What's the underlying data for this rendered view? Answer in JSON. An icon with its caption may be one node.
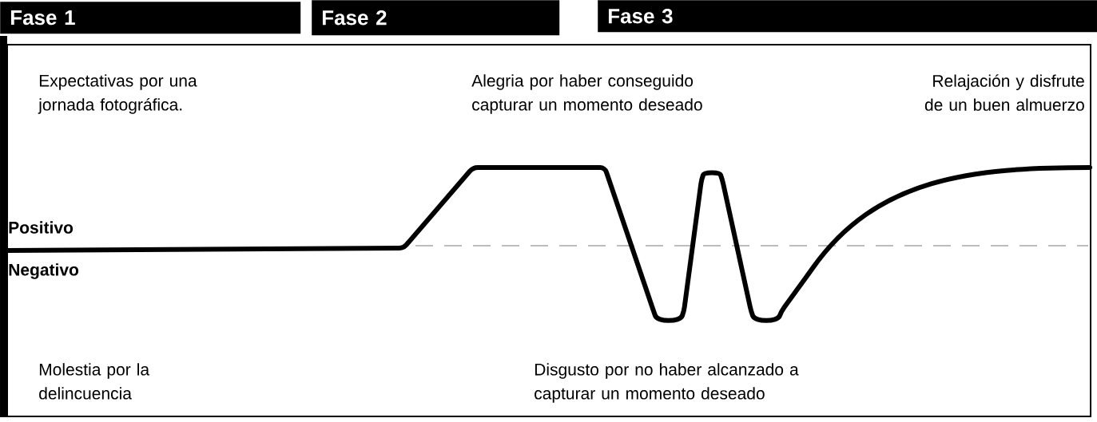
{
  "diagram": {
    "nodes": [
      {
        "text": [
          "Fase 1"
        ]
      },
      {
        "text": [
          "Fase 2"
        ]
      },
      {
        "text": [
          "Fase 3"
        ]
      }
    ],
    "labels": [
      "Expectativas por una jornada fotográfica.",
      "Alegria por haber conseguido capturar un momento deseado",
      "Relajación y disfrute de un buen almuerzo",
      "Positivo",
      "Negativo",
      "Molestia por la delincuencia",
      "Disgusto por no haber alcanzado a capturar un momento deseado"
    ]
  }
}
